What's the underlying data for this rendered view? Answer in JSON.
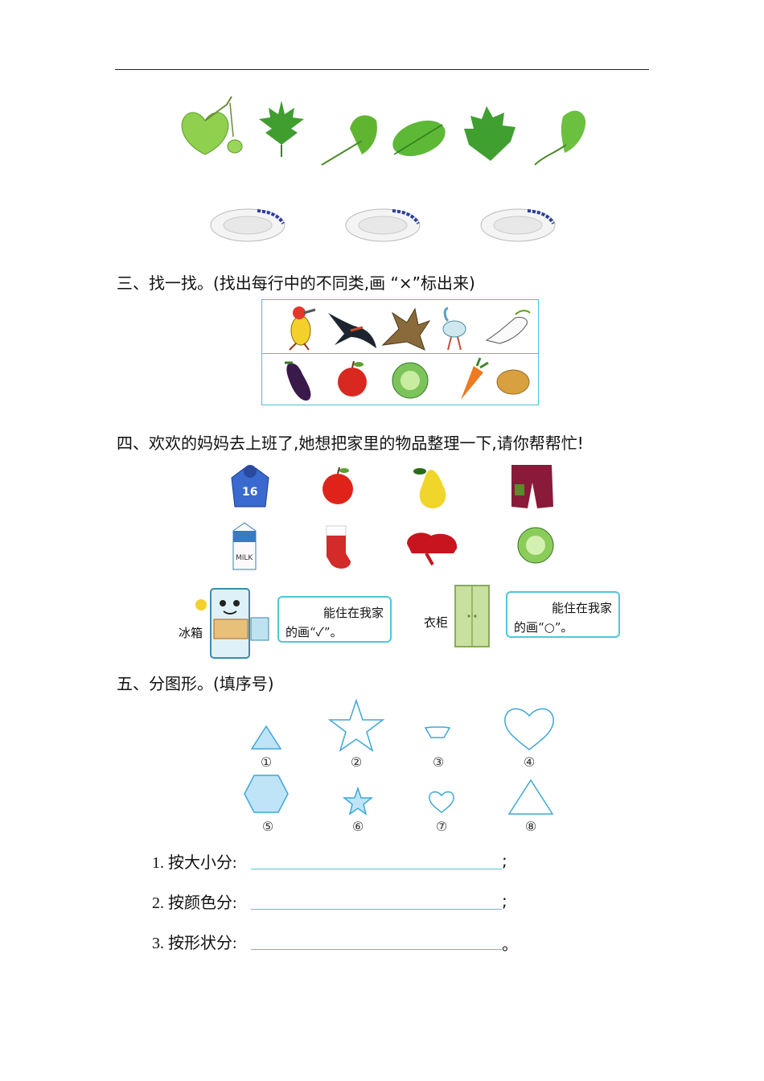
{
  "colors": {
    "accent": "#4fc7d9",
    "shape_fill": "#bfe4f8",
    "shape_stroke": "#3ea7d6"
  },
  "section3": {
    "title": "三、找一找。(找出每行中的不同类,画 “×”标出来)",
    "row1_icons": [
      "woodpecker-icon",
      "swallow-icon",
      "eagle-icon",
      "ostrich-icon",
      "dove-icon"
    ],
    "row2_icons": [
      "eggplant-icon",
      "apple-icon",
      "cabbage-icon",
      "carrot-icon",
      "potato-icon"
    ]
  },
  "section4": {
    "title": "四、欢欢的妈妈去上班了,她想把家里的物品整理一下,请你帮帮忙!",
    "items_row1": [
      "sweater-icon",
      "apple-icon",
      "pear-icon",
      "shorts-icon"
    ],
    "items_row2": [
      "milk-carton-icon",
      "sock-icon",
      "hat-icon",
      "cabbage-icon"
    ],
    "milk_label": "MILK",
    "jersey_number": "16",
    "fridge": {
      "label": "冰箱",
      "line1": "能住在我家",
      "line2": "的画“✓”。"
    },
    "wardrobe": {
      "label": "衣柜",
      "line1": "能住在我家",
      "line2": "的画“○”。"
    }
  },
  "section5": {
    "title": "五、分图形。(填序号)",
    "numbers": [
      "①",
      "②",
      "③",
      "④",
      "⑤",
      "⑥",
      "⑦",
      "⑧"
    ],
    "questions": [
      {
        "label": "1. 按大小分:",
        "end": ";"
      },
      {
        "label": "2. 按颜色分:",
        "end": ";"
      },
      {
        "label": "3. 按形状分:",
        "end": "。"
      }
    ]
  }
}
